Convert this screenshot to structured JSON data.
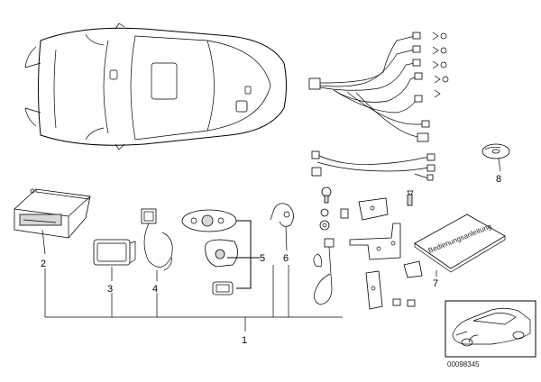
{
  "diagram": {
    "callouts": {
      "c1": "1",
      "c2": "2",
      "c3": "3",
      "c4": "4",
      "c5": "5",
      "c6": "6",
      "c7": "7",
      "c8": "8"
    },
    "manual_title": "Bedienungsanleitung",
    "image_number": "00098345"
  }
}
